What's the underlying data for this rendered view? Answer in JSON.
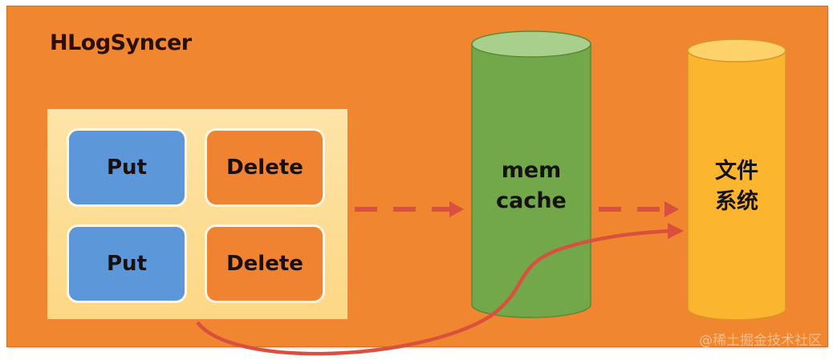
{
  "diagram": {
    "title": "HLogSyncer",
    "operations": [
      {
        "label": "Put",
        "type": "put"
      },
      {
        "label": "Delete",
        "type": "delete"
      },
      {
        "label": "Put",
        "type": "put"
      },
      {
        "label": "Delete",
        "type": "delete"
      }
    ],
    "memcache": {
      "line1": "mem",
      "line2": "cache"
    },
    "filesystem": {
      "line1": "文件",
      "line2": "系统"
    },
    "edges": [
      {
        "from": "operations",
        "to": "memcache",
        "style": "dashed"
      },
      {
        "from": "memcache",
        "to": "filesystem",
        "style": "dashed"
      },
      {
        "from": "operations",
        "to": "filesystem",
        "style": "solid-curved"
      }
    ],
    "colors": {
      "background": "#f0862f",
      "ops_box": "#fdd784",
      "put": "#5b97d9",
      "delete": "#ef8331",
      "memcache": "#72a84a",
      "filesystem": "#fbb52f",
      "arrow": "#d9503e"
    }
  },
  "watermark": "@稀土掘金技术社区"
}
